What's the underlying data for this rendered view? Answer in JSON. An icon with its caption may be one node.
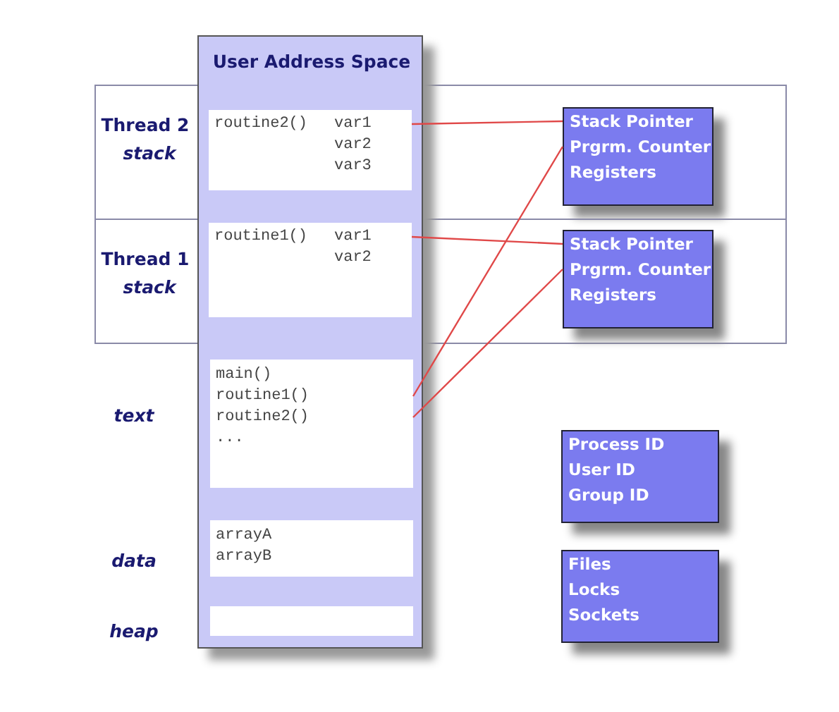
{
  "diagram": {
    "nodes": [
      {
        "text": [
          "User Address Space"
        ]
      },
      {
        "text": [
          "Thread 2",
          "stack"
        ]
      },
      {
        "text": [
          "Thread 1",
          "stack"
        ]
      },
      {
        "text": [
          "routine2()",
          "var1",
          "var2",
          "var3"
        ]
      },
      {
        "text": [
          "Stack Pointer",
          "Prgrm. Counter",
          "Registers"
        ],
        "in": 1
      },
      {
        "text": [
          "routine1()",
          "var1",
          "var2"
        ]
      },
      {
        "text": [
          "Stack Pointer",
          "Prgrm. Counter",
          "Registers"
        ],
        "in": 2
      },
      {
        "text": [
          "main()",
          "routine1()",
          "routine2()",
          "..."
        ],
        "in": 0
      },
      {
        "text": [
          "arrayA",
          "arrayB"
        ],
        "in": 0
      },
      {
        "text": [],
        "shape": "box",
        "in": 0
      },
      {
        "text": [
          "Process ID",
          "User ID",
          "Group ID"
        ]
      },
      {
        "text": [
          "Files",
          "Locks",
          "Sockets"
        ]
      }
    ],
    "edges": [
      {
        "from": 3,
        "to": 4,
        "arrow": "none"
      },
      {
        "from": 5,
        "to": 6,
        "arrow": "none"
      },
      {
        "from": 7,
        "to": 4,
        "arrow": "none"
      },
      {
        "from": 7,
        "to": 6,
        "arrow": "none"
      }
    ],
    "labels": [
      "text",
      "data",
      "heap"
    ]
  }
}
